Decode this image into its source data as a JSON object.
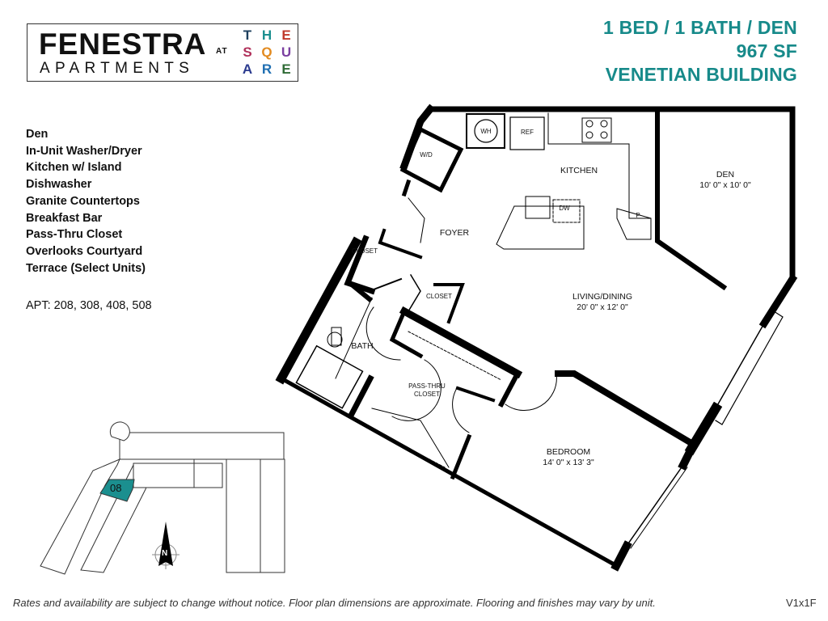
{
  "logo": {
    "name": "FENESTRA",
    "subtitle": "APARTMENTS",
    "at": "AT",
    "square_letters": [
      "T",
      "H",
      "E",
      "S",
      "Q",
      "U",
      "A",
      "R",
      "E"
    ],
    "square_colors": [
      "#1d3f5e",
      "#1b8f8f",
      "#c0392b",
      "#b0305a",
      "#e28a1f",
      "#7a3fa0",
      "#2b3b8f",
      "#1f6fb2",
      "#2e6b35"
    ]
  },
  "title": {
    "line1": "1 BED / 1 BATH / DEN",
    "line2": "967 SF",
    "line3": "VENETIAN BUILDING",
    "color": "#178a8a"
  },
  "features": [
    "Den",
    "In-Unit Washer/Dryer",
    "Kitchen w/ Island",
    "Dishwasher",
    "Granite Countertops",
    "Breakfast Bar",
    "Pass-Thru Closet",
    "Overlooks Courtyard",
    "Terrace (Select Units)"
  ],
  "apartments": "APT: 208, 308, 408, 508",
  "floorplan": {
    "kitchen": "KITCHEN",
    "den": "DEN",
    "den_dims": "10' 0\" x 10' 0\"",
    "foyer": "FOYER",
    "living": "LIVING/DINING",
    "living_dims": "20' 0\" x 12' 0\"",
    "bath": "BATH",
    "pass_thru_1": "PASS-THRU",
    "pass_thru_2": "CLOSET",
    "bedroom": "BEDROOM",
    "bedroom_dims": "14' 0\" x 13' 3\"",
    "closet_1": "CLOSET",
    "closet_2": "CLOSET",
    "wh": "WH",
    "ref": "REF",
    "wd": "W/D",
    "dw": "DW",
    "pantry": "P"
  },
  "keyplan": {
    "unit": "08",
    "north": "N",
    "highlight_color": "#1b8f8f"
  },
  "footer": {
    "disclaimer": "Rates and availability are subject to change without notice. Floor plan dimensions are approximate. Flooring and finishes may vary by unit.",
    "code": "V1x1F"
  }
}
